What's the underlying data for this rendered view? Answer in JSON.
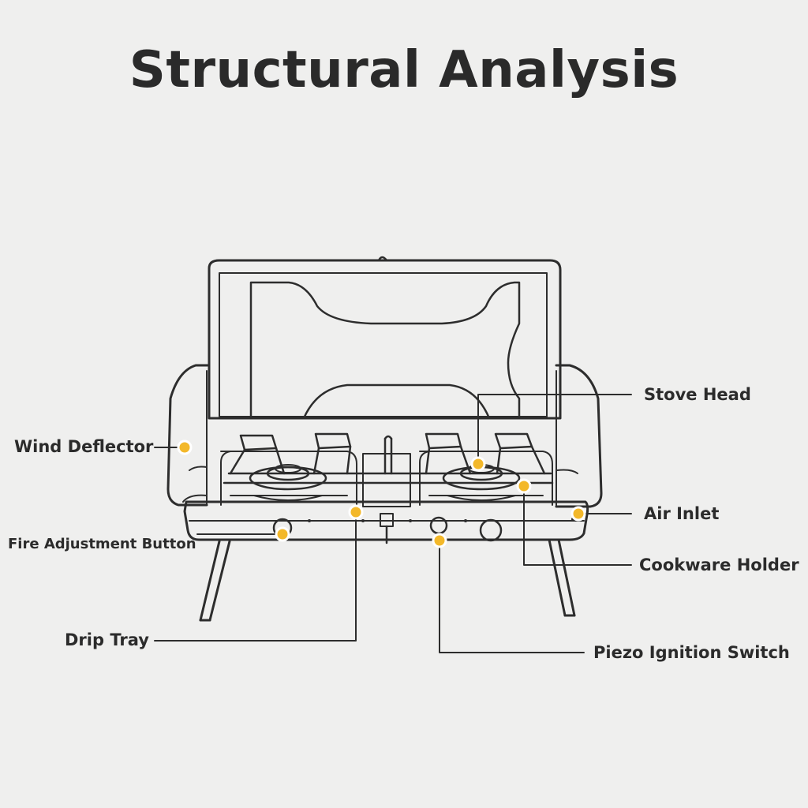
{
  "title": "Structural Analysis",
  "callouts": {
    "stove_head": "Stove Head",
    "wind_deflector": "Wind Deflector",
    "air_inlet": "Air Inlet",
    "fire_adjustment_button": "Fire Adjustment Button",
    "cookware_holder": "Cookware Holder",
    "drip_tray": "Drip Tray",
    "piezo_ignition_switch": "Piezo Ignition Switch"
  },
  "colors": {
    "background": "#efefee",
    "outline": "#2d2d2d",
    "marker_fill": "#f3b82a",
    "marker_ring": "#ffffff",
    "text": "#2b2b2b"
  }
}
